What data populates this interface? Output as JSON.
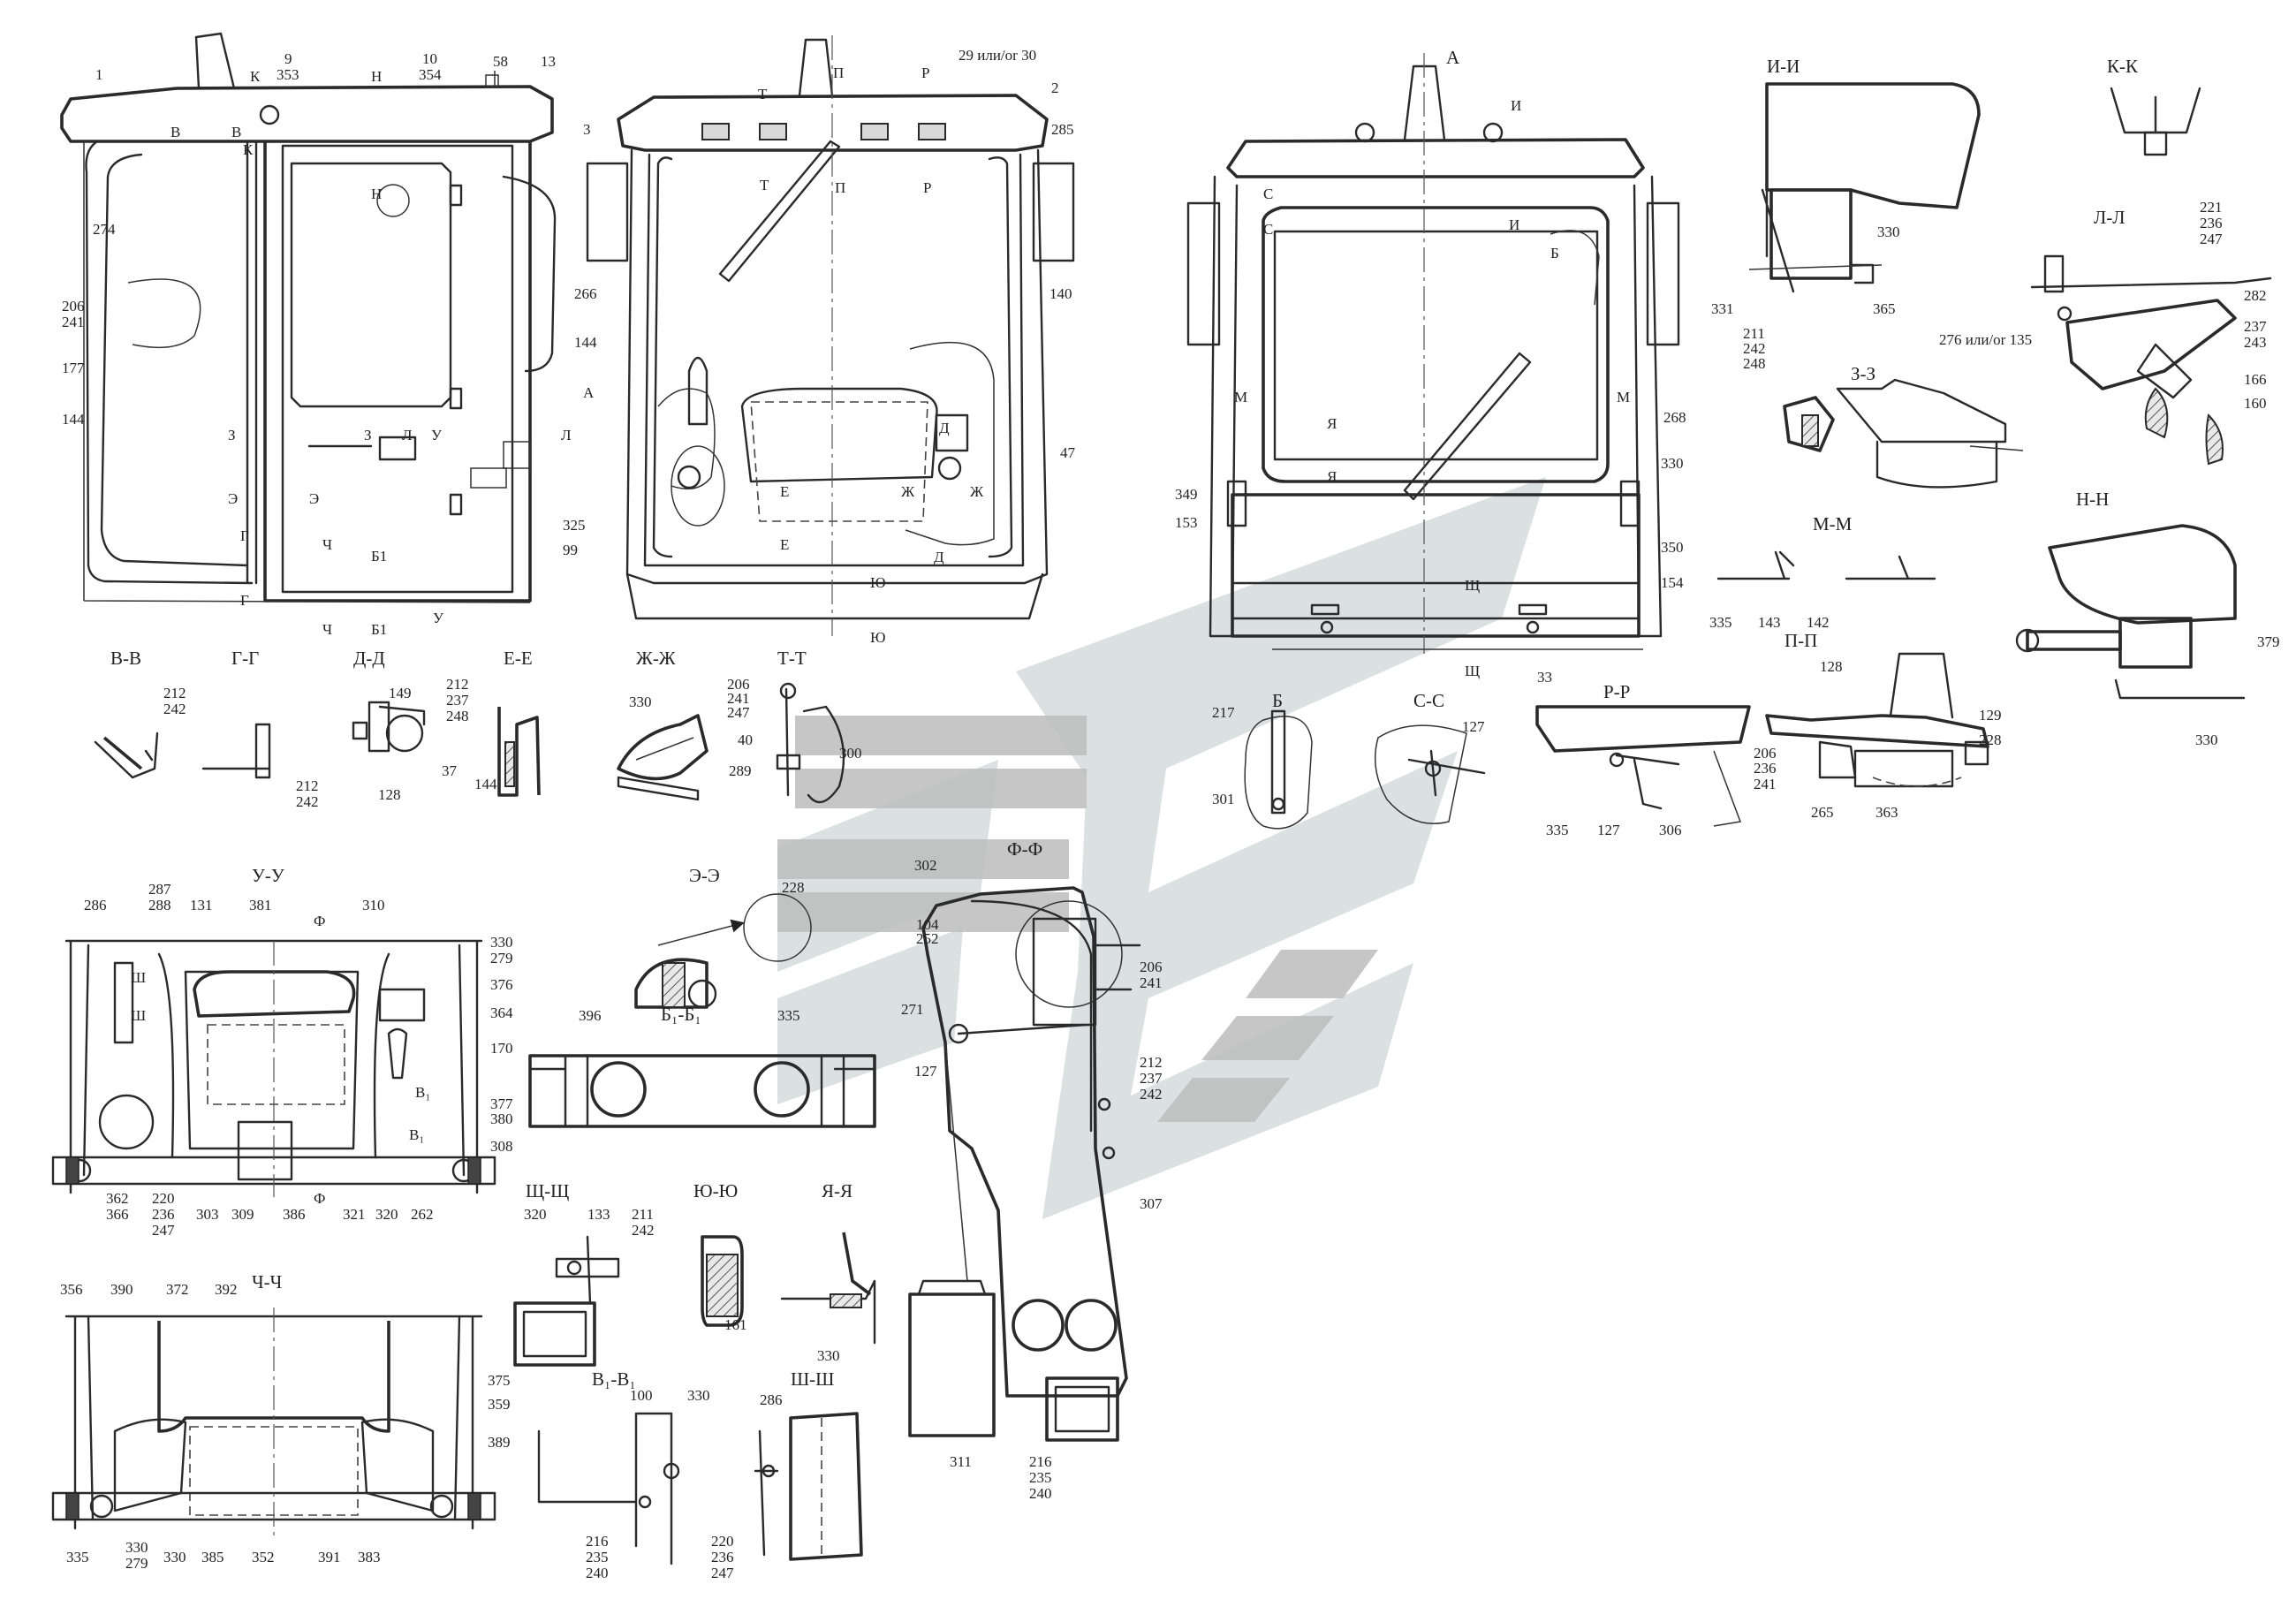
{
  "section_titles": {
    "v_v": "В-В",
    "g_g": "Г-Г",
    "d_d": "Д-Д",
    "e_e": "Е-Е",
    "zh_zh": "Ж-Ж",
    "t_t": "Т-Т",
    "u_u": "У-У",
    "e2_e2": "Э-Э",
    "b1_b1": "Б₁-Б₁",
    "f_f": "Ф-Ф",
    "shch_shch": "Щ-Щ",
    "yu_yu": "Ю-Ю",
    "ya_ya": "Я-Я",
    "v1_v1": "В₁-В₁",
    "sh_sh": "Ш-Ш",
    "ch_ch": "Ч-Ч",
    "i_i": "И-И",
    "k_k": "К-К",
    "z_z": "З-З",
    "l_l": "Л-Л",
    "m_m": "М-М",
    "n_n": "Н-Н",
    "p_p": "П-П",
    "r_r": "Р-Р",
    "b": "Б",
    "s_s": "С-С",
    "view_a": "А"
  },
  "side_view_labels": {
    "l1": "1",
    "l9": "9",
    "l353": "353",
    "l10": "10",
    "l354": "354",
    "l58": "58",
    "l13": "13",
    "l274": "274",
    "l206": "206",
    "l241": "241",
    "l177": "177",
    "l144": "144",
    "l325": "325",
    "l99": "99",
    "m_K": "К",
    "m_N": "Н",
    "m_V": "В",
    "m_V2": "В",
    "m_K2": "К",
    "m_N2": "Н",
    "m_A": "А",
    "m_Z": "З",
    "m_Z2": "З",
    "m_L": "Л",
    "m_U": "У",
    "m_L2": "Л",
    "m_E": "Э",
    "m_E2": "Э",
    "m_G": "Г",
    "m_CH": "Ч",
    "m_B1": "Б1",
    "m_G2": "Г",
    "m_CH2": "Ч",
    "m_B12": "Б1",
    "m_U2": "У"
  },
  "front_view_labels": {
    "l3": "3",
    "l29": "29 или/or 30",
    "l2": "2",
    "l285": "285",
    "l266": "266",
    "l140": "140",
    "l144": "144",
    "l47": "47",
    "m_P": "П",
    "m_R": "Р",
    "m_T": "Т",
    "m_T2": "Т",
    "m_P2": "П",
    "m_R2": "Р",
    "m_D": "Д",
    "m_E": "Е",
    "m_E2": "Е",
    "m_ZH": "Ж",
    "m_ZH2": "Ж",
    "m_D2": "Д",
    "m_YU": "Ю",
    "m_YU2": "Ю"
  },
  "rear_view_labels": {
    "l268": "268",
    "l349": "349",
    "l153": "153",
    "l330": "330",
    "l350": "350",
    "l154": "154",
    "l33": "33",
    "m_I": "И",
    "m_S": "С",
    "m_S2": "С",
    "m_I2": "И",
    "m_B": "Б",
    "m_M": "М",
    "m_M2": "М",
    "m_YA": "Я",
    "m_YA2": "Я",
    "m_SHCH": "Щ",
    "m_SHCH2": "Щ"
  },
  "detail_labels": {
    "vv_212": "212",
    "vv_242": "242",
    "gg_212": "212",
    "gg_242": "242",
    "dd_149": "149",
    "dd_212": "212",
    "dd_237": "237",
    "dd_248": "248",
    "dd_37": "37",
    "dd_128": "128",
    "ee_144": "144",
    "zh_330": "330",
    "tt_206": "206",
    "tt_241": "241",
    "tt_247": "247",
    "tt_40": "40",
    "tt_289": "289",
    "tt_300": "300",
    "b_217": "217",
    "b_301": "301",
    "ss_127": "127",
    "ii_330": "330",
    "ii_331": "331",
    "ii_365": "365",
    "zz_211": "211",
    "zz_242": "242",
    "zz_248": "248",
    "ll_221": "221",
    "ll_236": "236",
    "ll_247": "247",
    "ll_282": "282",
    "ll_237": "237",
    "ll_243": "243",
    "ll_276": "276 или/or 135",
    "ll_166": "166",
    "ll_160": "160",
    "mm_335": "335",
    "mm_143": "143",
    "mm_142": "142",
    "nn_379": "379",
    "nn_330": "330",
    "rr_335": "335",
    "rr_127": "127",
    "rr_306": "306",
    "rr_206": "206",
    "rr_236": "236",
    "rr_241": "241",
    "pp_128": "128",
    "pp_129": "129",
    "pp_228": "228",
    "pp_265": "265",
    "pp_363": "363"
  },
  "bottom_labels": {
    "uu_286": "286",
    "uu_287": "287",
    "uu_288": "288",
    "uu_131": "131",
    "uu_381": "381",
    "uu_f": "Ф",
    "uu_310": "310",
    "uu_330": "330",
    "uu_279": "279",
    "uu_376": "376",
    "uu_364": "364",
    "uu_170": "170",
    "uu_v1": "В₁",
    "uu_v12": "В₁",
    "uu_377": "377",
    "uu_380": "380",
    "uu_308": "308",
    "uu_sh": "Ш",
    "uu_sh2": "Ш",
    "uu_362": "362",
    "uu_366": "366",
    "uu_220": "220",
    "uu_236": "236",
    "uu_247": "247",
    "uu_303": "303",
    "uu_309": "309",
    "uu_386": "386",
    "uu_321": "321",
    "uu_320": "320",
    "uu_262": "262",
    "uu_f2": "Ф",
    "ee2_228": "228",
    "b1_396": "396",
    "b1_335": "335",
    "ff_302": "302",
    "ff_104": "104",
    "ff_252": "252",
    "ff_206": "206",
    "ff_241": "241",
    "ff_271": "271",
    "ff_127": "127",
    "ff_212": "212",
    "ff_237": "237",
    "ff_242": "242",
    "ff_307": "307",
    "ff_311": "311",
    "ff_216": "216",
    "ff_235": "235",
    "ff_240": "240",
    "sc_320": "320",
    "sc_133": "133",
    "sc_211": "211",
    "sc_242": "242",
    "yu_161": "161",
    "ya_330": "330",
    "v1_100": "100",
    "v1_330": "330",
    "v1_216": "216",
    "v1_235": "235",
    "v1_240": "240",
    "sh_286": "286",
    "sh_220": "220",
    "sh_236": "236",
    "sh_247": "247",
    "ch_356": "356",
    "ch_390": "390",
    "ch_372": "372",
    "ch_392": "392",
    "ch_375": "375",
    "ch_359": "359",
    "ch_389": "389",
    "ch_335": "335",
    "ch_330": "330",
    "ch_279": "279",
    "ch_330b": "330",
    "ch_385": "385",
    "ch_352": "352",
    "ch_391": "391",
    "ch_383": "383"
  },
  "colors": {
    "watermark": "#cfd6d5",
    "watermark_bars": "#bcbcbc",
    "ink": "#2a2a2a"
  }
}
